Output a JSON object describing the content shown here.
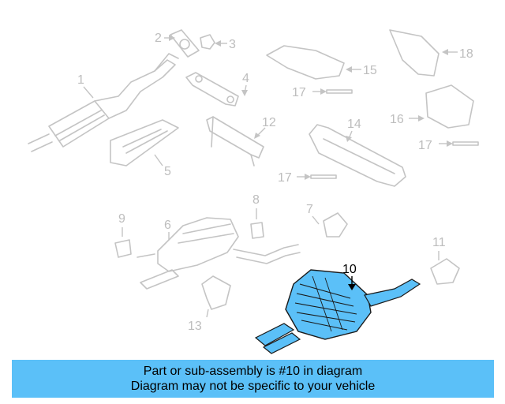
{
  "diagram": {
    "highlight_color": "#5bc0f8",
    "part_line_color": "#c4c4c4",
    "labels": [
      "1",
      "2",
      "3",
      "4",
      "5",
      "6",
      "7",
      "8",
      "9",
      "10",
      "11",
      "12",
      "13",
      "14",
      "15",
      "16",
      "17",
      "17",
      "17",
      "18"
    ],
    "highlighted_part": "10"
  },
  "banner": {
    "line1": "Part or sub-assembly is #10 in diagram",
    "line2": "Diagram may not be specific to your vehicle",
    "background": "#5bc0f8"
  }
}
